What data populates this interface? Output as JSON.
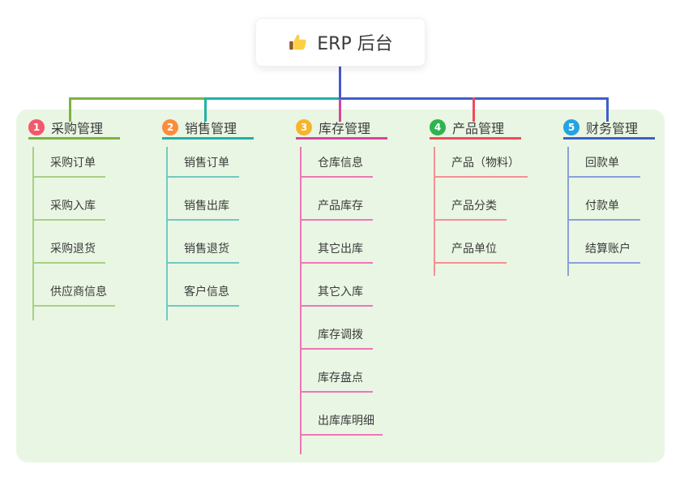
{
  "root": {
    "title": "ERP 后台",
    "icon": "thumbs-up-icon"
  },
  "palette": {
    "canvas_bg": "#ffffff",
    "panel_bg": "#e9f6e3",
    "root_line": "#4557cf",
    "text": "#3b3b3b"
  },
  "branches": [
    {
      "num": "1",
      "label": "采购管理",
      "badge_color": "#f5576c",
      "line_color": "#7cb342",
      "sub_line_color": "#a8d083",
      "children": [
        "采购订单",
        "采购入库",
        "采购退货",
        "供应商信息"
      ]
    },
    {
      "num": "2",
      "label": "销售管理",
      "badge_color": "#fb8c3c",
      "line_color": "#1fb2a6",
      "sub_line_color": "#71cac1",
      "children": [
        "销售订单",
        "销售出库",
        "销售退货",
        "客户信息"
      ]
    },
    {
      "num": "3",
      "label": "库存管理",
      "badge_color": "#f6b42c",
      "line_color": "#d6459c",
      "sub_line_color": "#ed77b8",
      "children": [
        "仓库信息",
        "产品库存",
        "其它出库",
        "其它入库",
        "库存调拨",
        "库存盘点",
        "出库库明细"
      ]
    },
    {
      "num": "4",
      "label": "产品管理",
      "badge_color": "#2fb350",
      "line_color": "#ef4b5c",
      "sub_line_color": "#f58f96",
      "children": [
        "产品（物料）",
        "产品分类",
        "产品单位"
      ]
    },
    {
      "num": "5",
      "label": "财务管理",
      "badge_color": "#25a3e0",
      "line_color": "#3e5fc9",
      "sub_line_color": "#8aa0dc",
      "children": [
        "回款单",
        "付款单",
        "结算账户"
      ]
    }
  ]
}
